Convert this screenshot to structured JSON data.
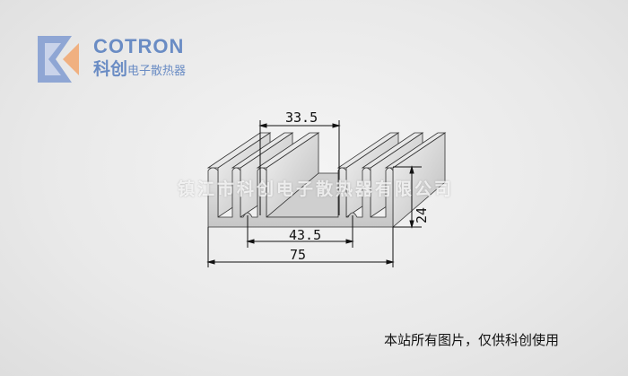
{
  "logo": {
    "brand": "COTRON",
    "cn_main": "科创",
    "cn_sub": "电子散热器"
  },
  "watermark": "镇江市科创电子散热器有限公司",
  "dimensions": {
    "top_gap": "33.5",
    "groove_span": "43.5",
    "width": "75",
    "height": "24"
  },
  "footer": "本站所有图片，仅供科创使用",
  "colors": {
    "brand": "#6a8cc4",
    "logo_orange": "#f0b080"
  }
}
